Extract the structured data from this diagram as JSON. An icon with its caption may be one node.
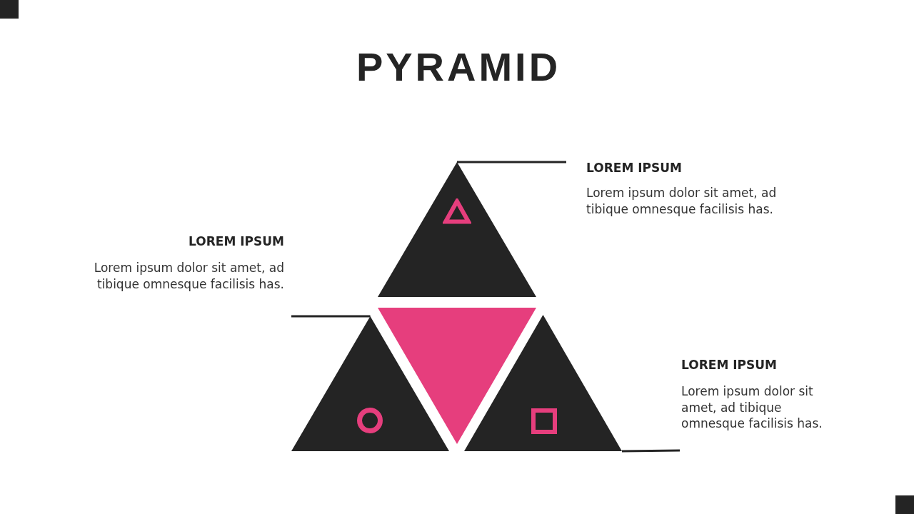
{
  "diagram": {
    "title": "PYRAMID",
    "nodes": [
      {
        "text": [],
        "shape": "triangle"
      },
      {
        "text": [],
        "shape": "triangle"
      },
      {
        "text": [],
        "shape": "triangle"
      },
      {
        "text": [],
        "shape": "triangle"
      }
    ],
    "edges": [
      {
        "from": 0,
        "to": null,
        "arrow": "none"
      },
      {
        "from": 1,
        "to": null,
        "arrow": "none"
      },
      {
        "from": 3,
        "to": null,
        "arrow": "none"
      }
    ],
    "labels": [
      "LOREM IPSUM",
      "Lorem ipsum dolor sit amet, ad tibique omnesque facilisis has.",
      "LOREM IPSUM",
      "Lorem ipsum dolor sit amet, ad tibique omnesque facilisis has.",
      "LOREM IPSUM",
      "Lorem ipsum dolor sit amet, ad tibique omnesque facilisis has."
    ]
  }
}
